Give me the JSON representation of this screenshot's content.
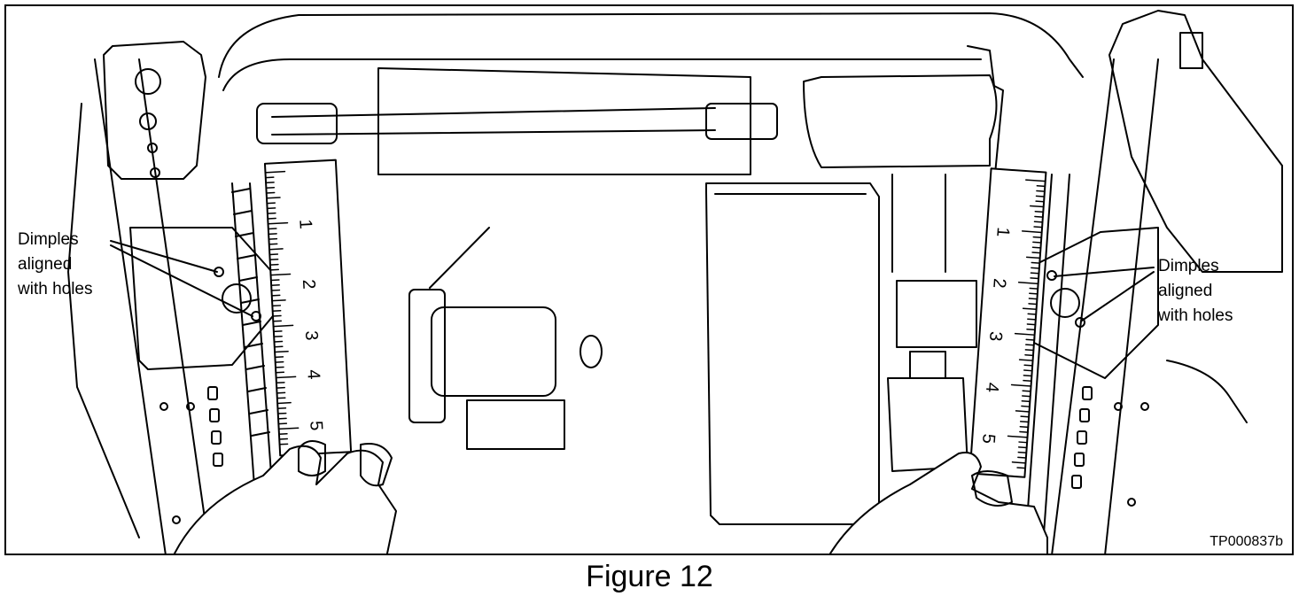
{
  "figure": {
    "caption": "Figure 12",
    "reference_code": "TP000837b"
  },
  "callouts": {
    "left": "Dimples\naligned\nwith holes",
    "right": "Dimples\naligned\nwith holes"
  },
  "rulers": {
    "left": [
      "1",
      "2",
      "3",
      "4",
      "5"
    ],
    "right": [
      "1",
      "2",
      "3",
      "4",
      "5"
    ]
  }
}
